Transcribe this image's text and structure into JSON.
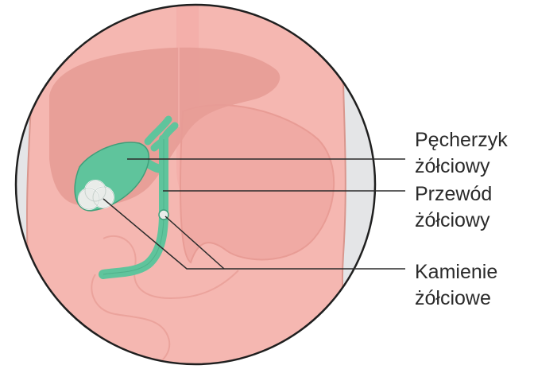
{
  "labels": {
    "gallbladder": {
      "line1": "Pęcherzyk",
      "line2": "żółciowy"
    },
    "bile_duct": {
      "line1": "Przewód",
      "line2": "żółciowy"
    },
    "gallstones": {
      "line1": "Kamienie",
      "line2": "żółciowe"
    }
  },
  "colors": {
    "background": "#ffffff",
    "skin": "#f5b7b1",
    "skin_outline": "#d9968d",
    "side_gray": "#e4e5e7",
    "liver": "#e79c96",
    "stomach": "#f0aaa4",
    "gallbladder_green": "#5fc49c",
    "gallbladder_outline": "#3f9f7a",
    "stone_fill": "#e9ece9",
    "leader_line": "#2b2b2b",
    "circle_border": "#1f1f1f"
  }
}
